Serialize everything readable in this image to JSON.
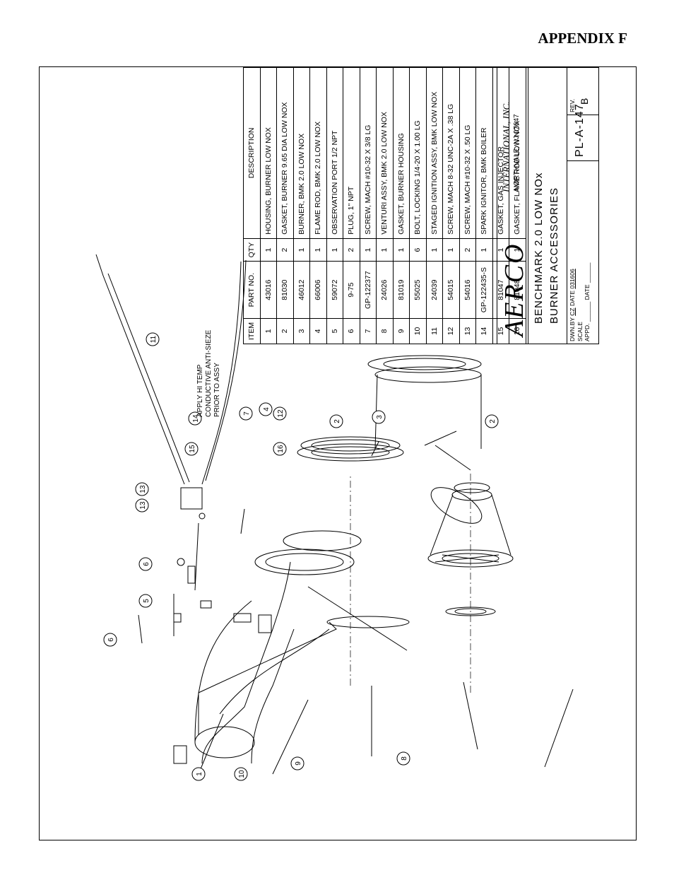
{
  "header": {
    "appendix_label": "APPENDIX F"
  },
  "parts_table": {
    "headers": {
      "item": "ITEM",
      "part_no": "PART NO.",
      "qty": "QTY",
      "description": "DESCRIPTION"
    },
    "rows": [
      {
        "item": "1",
        "part_no": "43016",
        "qty": "1",
        "description": "HOUSING, BURNER LOW NOX"
      },
      {
        "item": "2",
        "part_no": "81030",
        "qty": "2",
        "description": "GASKET, BURNER 9.65 DIA LOW NOX"
      },
      {
        "item": "3",
        "part_no": "46012",
        "qty": "1",
        "description": "BURNER, BMK 2.0  LOW NOX"
      },
      {
        "item": "4",
        "part_no": "66006",
        "qty": "1",
        "description": "FLAME ROD, BMK 2.0 LOW NOX"
      },
      {
        "item": "5",
        "part_no": "59072",
        "qty": "1",
        "description": "OBSERVATION PORT 1/2 NPT"
      },
      {
        "item": "6",
        "part_no": "9-75",
        "qty": "2",
        "description": "PLUG, 1\" NPT"
      },
      {
        "item": "7",
        "part_no": "GP-122377",
        "qty": "1",
        "description": "SCREW, MACH #10-32 X 3/8 LG"
      },
      {
        "item": "8",
        "part_no": "24026",
        "qty": "1",
        "description": "VENTURI ASSY, BMK 2.0 LOW NOX"
      },
      {
        "item": "9",
        "part_no": "81019",
        "qty": "1",
        "description": "GASKET, BURNER HOUSING"
      },
      {
        "item": "10",
        "part_no": "55025",
        "qty": "6",
        "description": "BOLT, LOCKING 1/4-20 X 1.00 LG"
      },
      {
        "item": "11",
        "part_no": "24039",
        "qty": "1",
        "description": "STAGED IGNITION ASSY, BMK LOW NOX"
      },
      {
        "item": "12",
        "part_no": "54015",
        "qty": "1",
        "description": "SCREW, MACH 8-32 UNC-2A X .38 LG"
      },
      {
        "item": "13",
        "part_no": "54016",
        "qty": "2",
        "description": "SCREW, MACH #10-32 X .50 LG"
      },
      {
        "item": "14",
        "part_no": "GP-122435-S",
        "qty": "1",
        "description": "SPARK IGNITOR, BMK BOILER"
      },
      {
        "item": "15",
        "part_no": "81047",
        "qty": "1",
        "description": "GASKET, GAS INJECTOR"
      },
      {
        "item": "16",
        "part_no": "81048",
        "qty": "1",
        "description": "GASKET, FLAME ROD LOW NOX"
      }
    ]
  },
  "title_block": {
    "company": "AERCO",
    "company_suffix": "INTERNATIONAL, INC.",
    "city": "NORTHVALE, NJ    07647",
    "title_line1": "BENCHMARK  2.0  LOW  NOx",
    "title_line2": "BURNER  ACCESSORIES",
    "drawn_by_label": "DWN.BY",
    "drawn_by": "CZ",
    "date_label": "DATE",
    "date": "031606",
    "scale_label": "SCALE",
    "appd_label": "APPD.",
    "drawing_no": "PL-A-147",
    "rev_label": "REV.",
    "rev": "B"
  },
  "drawing": {
    "note_lines": [
      "APPLY HI TEMP",
      "CONDUCTIVE ANTI-SIEZE",
      "PRIOR TO ASSY"
    ],
    "callouts": [
      "1",
      "2",
      "2",
      "3",
      "4",
      "5",
      "6",
      "6",
      "7",
      "8",
      "9",
      "10",
      "11",
      "12",
      "13",
      "13",
      "14",
      "15",
      "16"
    ]
  }
}
